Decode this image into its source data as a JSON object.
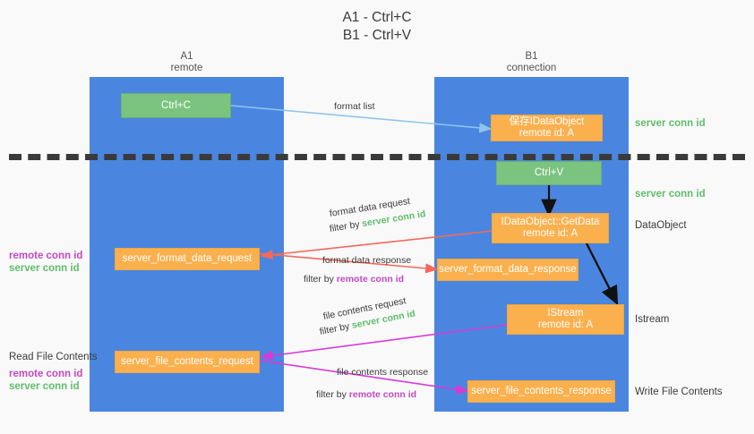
{
  "title": {
    "line1": "A1 - Ctrl+C",
    "line2": "B1 - Ctrl+V"
  },
  "lanes": [
    {
      "id": "a1",
      "name": "A1",
      "sub": "remote"
    },
    {
      "id": "b1",
      "name": "B1",
      "sub": "connection"
    }
  ],
  "boxes": {
    "ctrl_c": "Ctrl+C",
    "save_idataobject_l1": "保存IDataObject",
    "save_idataobject_l2": "remote id: A",
    "ctrl_v": "Ctrl+V",
    "getdata_l1": "IDataObject::GetData",
    "getdata_l2": "remote id: A",
    "server_format_data_request": "server_format_data_request",
    "server_format_data_response": "server_format_data_response",
    "istream_l1": "IStream",
    "istream_l2": "remote id: A",
    "server_file_contents_request": "server_file_contents_request",
    "server_file_contents_response": "server_file_contents_response"
  },
  "right_labels": {
    "server_conn_id_top": "server conn id",
    "server_conn_id_mid": "server conn id",
    "dataobject": "DataObject",
    "istream": "Istream",
    "write_file_contents": "Write File Contents"
  },
  "left_labels": {
    "remote_conn_id_1": "remote conn id",
    "server_conn_id_1": "server conn id",
    "read_file_contents": "Read File Contents",
    "remote_conn_id_2": "remote conn id",
    "server_conn_id_2": "server conn id"
  },
  "edges": {
    "format_list": "format list",
    "format_data_request": "format data request",
    "format_data_request_filter_pre": "filter by ",
    "format_data_request_filter_key": "server conn id",
    "format_data_response": "format data response",
    "format_data_response_filter_pre": "filter by ",
    "format_data_response_filter_key": "remote conn id",
    "file_contents_request": "file contents request",
    "file_contents_request_filter_pre": "filter by ",
    "file_contents_request_filter_key": "server conn id",
    "file_contents_response": "file contents response",
    "file_contents_response_filter_pre": "filter by ",
    "file_contents_response_filter_key": "remote conn id"
  },
  "colors": {
    "lane": "#4a86e0",
    "green_box": "#7bc47f",
    "orange_box": "#fbb04e",
    "green_text": "#5fbd6a",
    "purple_text": "#c24ac2",
    "red_arrow": "#f4685c",
    "magenta_arrow": "#d63bd6",
    "blue_arrow": "#8fc4ea",
    "black_arrow": "#111111",
    "divider": "#3a3a3a",
    "background": "#f9f9f9"
  }
}
